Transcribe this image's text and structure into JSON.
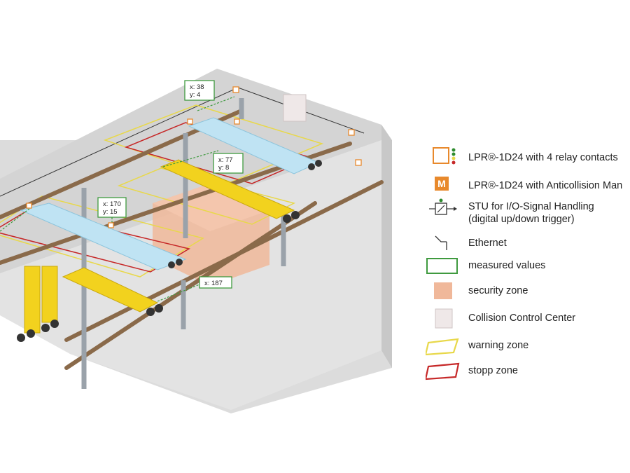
{
  "colors": {
    "rail": "#8a6a4a",
    "crane_yellow": "#f2d21e",
    "crane_blue": "#bfe3f3",
    "warning": "#e8d84a",
    "stopp": "#c62828",
    "security": "#f0b89a",
    "measured": "#3f9a3f",
    "sensor_orange": "#e8892c",
    "ccc": "#efe8e8"
  },
  "measurements": [
    {
      "x": "x: 38",
      "y": "y: 4"
    },
    {
      "x": "x: 77",
      "y": "y: 8"
    },
    {
      "x": "x: 170",
      "y": "y: 15"
    },
    {
      "x": "x: 187",
      "y": ""
    }
  ],
  "legend": [
    {
      "icon": "relay-sensor-icon",
      "label": "LPR®-1D24 with 4 relay contacts"
    },
    {
      "icon": "anticollision-sensor-icon",
      "label": "LPR®-1D24 with Anticollision Man"
    },
    {
      "icon": "stu-icon",
      "label": "STU for I/O-Signal Handling",
      "label2": "(digital up/down trigger)"
    },
    {
      "icon": "ethernet-icon",
      "label": "Ethernet"
    },
    {
      "icon": "measured-values-icon",
      "label": "measured values"
    },
    {
      "icon": "security-zone-icon",
      "label": "security zone"
    },
    {
      "icon": "collision-control-center-icon",
      "label": "Collision Control Center"
    },
    {
      "icon": "warning-zone-icon",
      "label": "warning zone"
    },
    {
      "icon": "stopp-zone-icon",
      "label": "stopp zone"
    }
  ]
}
